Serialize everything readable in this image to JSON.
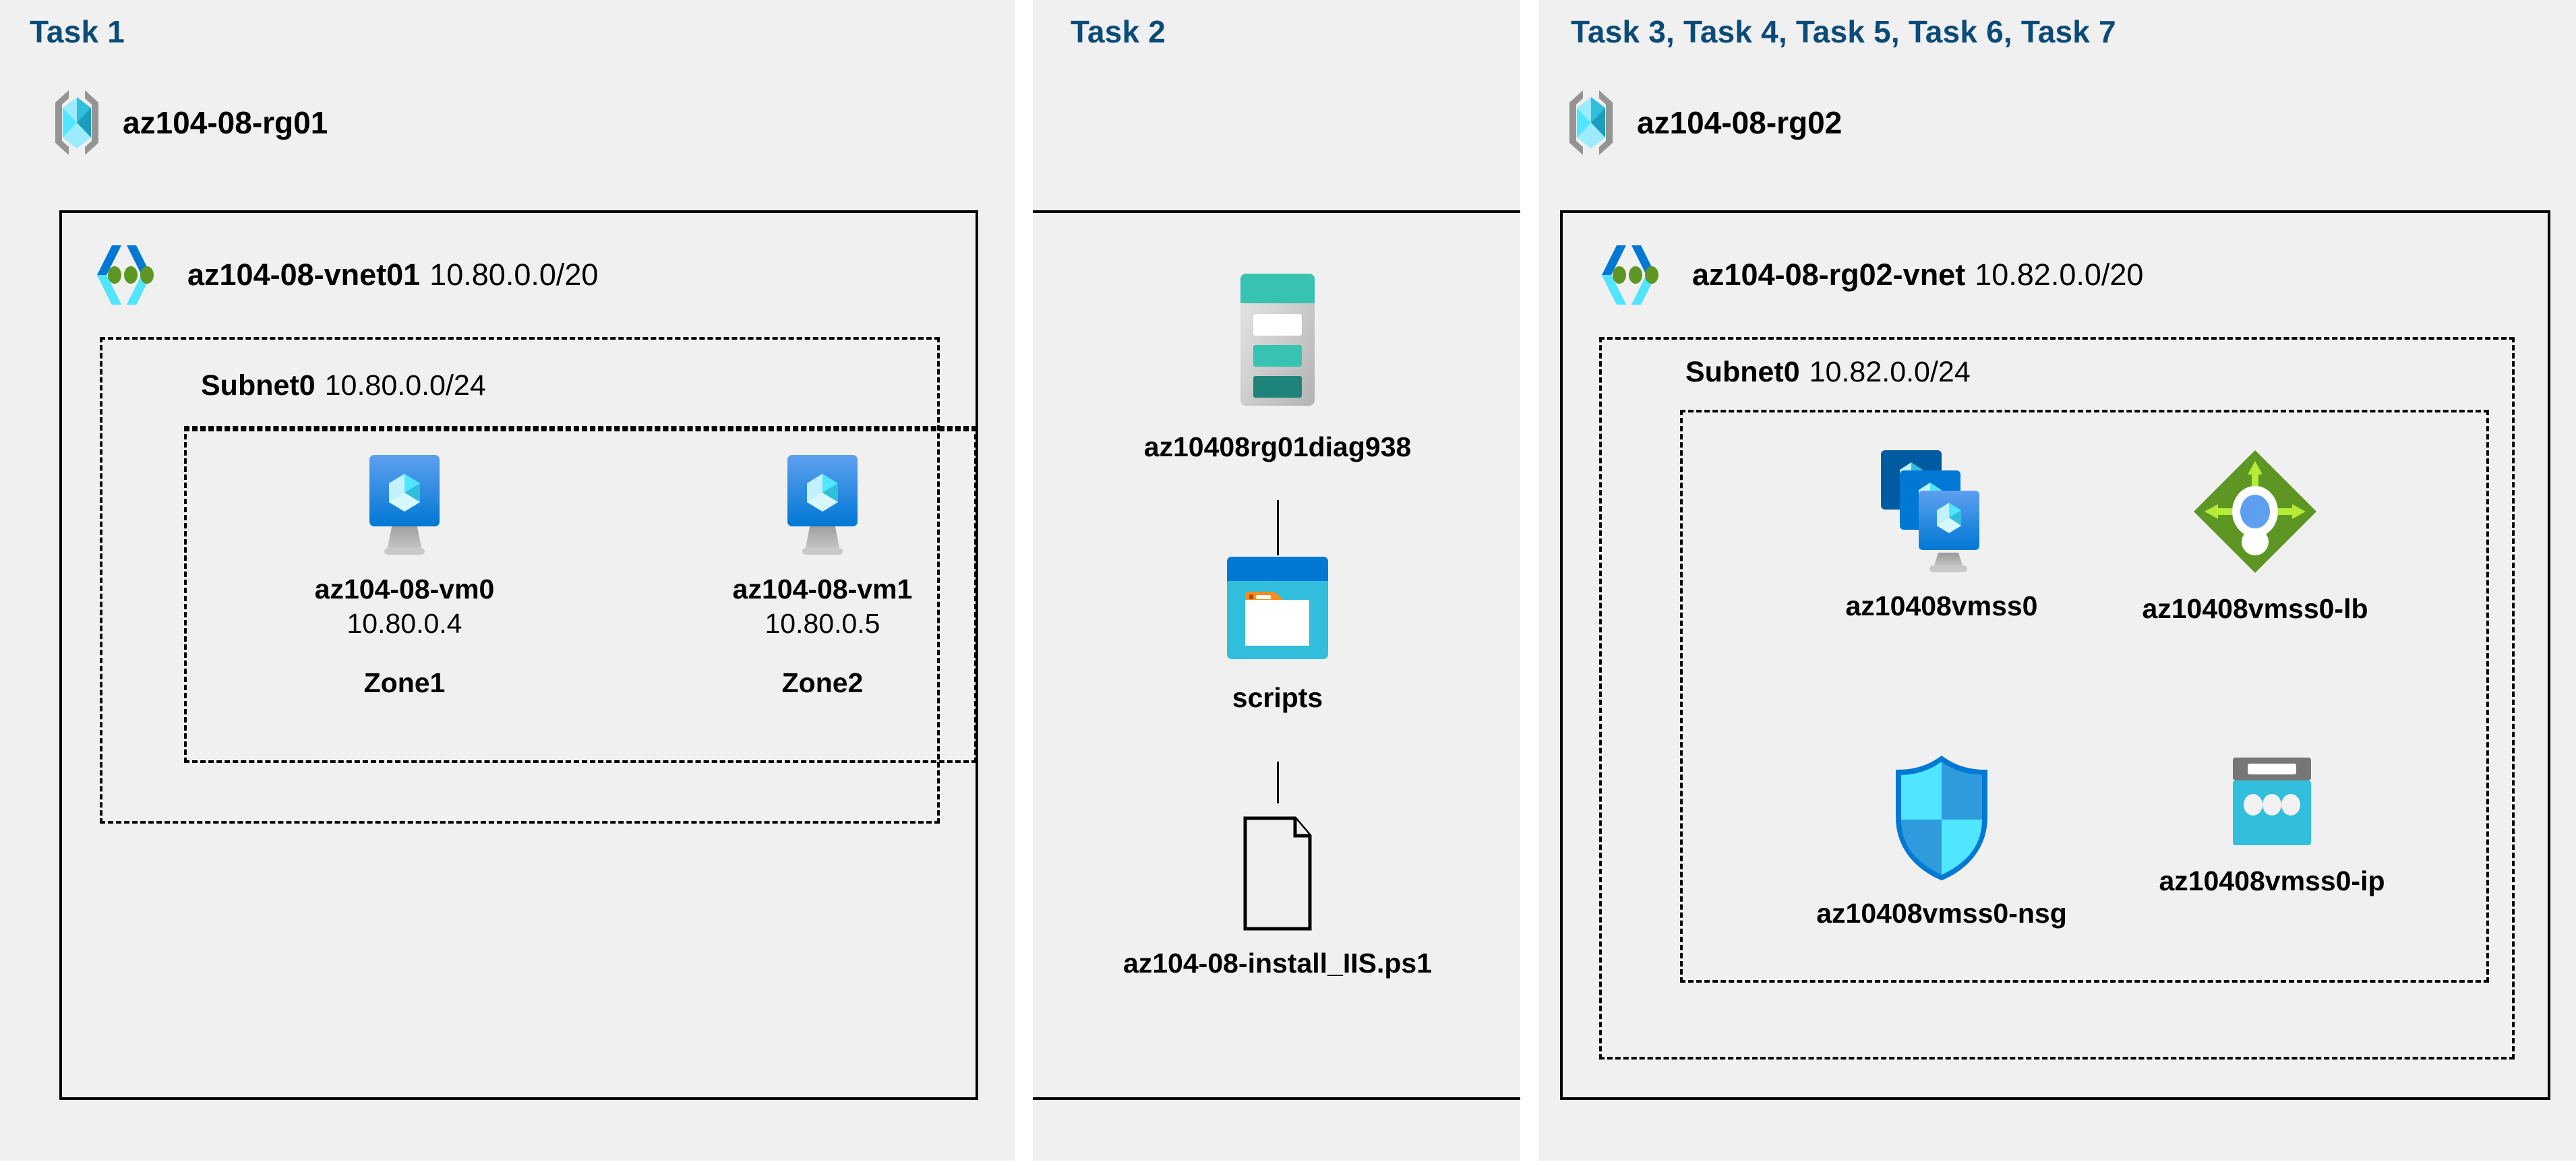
{
  "panels": [
    {
      "task_label": "Task 1"
    },
    {
      "task_label": "Task 2"
    },
    {
      "task_label": "Task 3, Task 4, Task 5, Task 6, Task 7"
    }
  ],
  "left": {
    "resource_group": {
      "name": "az104-08-rg01",
      "icon": "resource-group-icon"
    },
    "vnet": {
      "name": "az104-08-vnet01",
      "cidr": "10.80.0.0/20",
      "icon": "virtual-network-icon"
    },
    "subnet": {
      "name": "Subnet0",
      "cidr": "10.80.0.0/24"
    },
    "vms": [
      {
        "name": "az104-08-vm0",
        "ip": "10.80.0.4",
        "zone": "Zone1",
        "icon": "virtual-machine-icon"
      },
      {
        "name": "az104-08-vm1",
        "ip": "10.80.0.5",
        "zone": "Zone2",
        "icon": "virtual-machine-icon"
      }
    ]
  },
  "middle": {
    "storage_account": {
      "name": "az10408rg01diag938",
      "icon": "storage-account-icon"
    },
    "container": {
      "name": "scripts",
      "icon": "blob-container-icon"
    },
    "file": {
      "name": "az104-08-install_IIS.ps1",
      "icon": "file-icon"
    }
  },
  "right": {
    "resource_group": {
      "name": "az104-08-rg02",
      "icon": "resource-group-icon"
    },
    "vnet": {
      "name": "az104-08-rg02-vnet",
      "cidr": "10.82.0.0/20",
      "icon": "virtual-network-icon"
    },
    "subnet": {
      "name": "Subnet0",
      "cidr": "10.82.0.0/24"
    },
    "resources": [
      {
        "name": "az10408vmss0",
        "icon": "vm-scale-set-icon"
      },
      {
        "name": "az10408vmss0-lb",
        "icon": "load-balancer-icon"
      },
      {
        "name": "az10408vmss0-nsg",
        "icon": "network-security-group-icon"
      },
      {
        "name": "az10408vmss0-ip",
        "icon": "public-ip-address-icon"
      }
    ]
  },
  "colors": {
    "task_label": "#0a4b78",
    "panel_bg": "#f0f0f0",
    "border": "#000000",
    "azure_blue": "#0078d4",
    "cyan": "#32bedd",
    "teal": "#37c2b1",
    "green": "#5e9624",
    "orange": "#f78d1e"
  }
}
